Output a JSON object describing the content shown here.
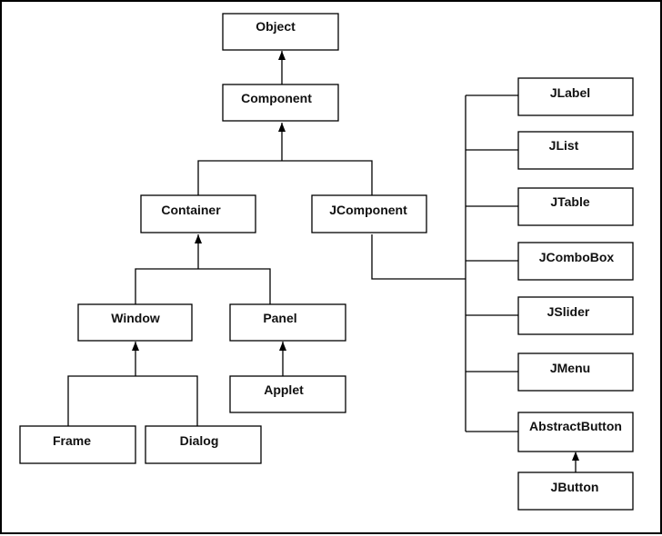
{
  "nodes": {
    "object": "Object",
    "component": "Component",
    "container": "Container",
    "jcomponent": "JComponent",
    "window": "Window",
    "panel": "Panel",
    "applet": "Applet",
    "frame": "Frame",
    "dialog": "Dialog",
    "jlabel": "JLabel",
    "jlist": "JList",
    "jtable": "JTable",
    "jcombobox": "JComboBox",
    "jslider": "JSlider",
    "jmenu": "JMenu",
    "abstractbutton": "AbstractButton",
    "jbutton": "JButton"
  },
  "colors": {
    "line": "#000000",
    "box_fill": "#ffffff",
    "text": "#111111"
  }
}
